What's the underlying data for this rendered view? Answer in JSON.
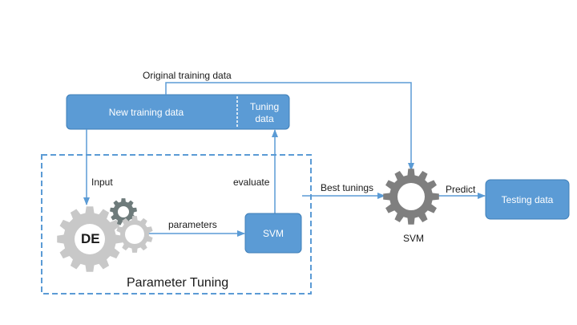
{
  "labels": {
    "original_training_data": "Original training data",
    "new_training_data": "New training data",
    "tuning_data_line1": "Tuning",
    "tuning_data_line2": "data",
    "input": "Input",
    "evaluate": "evaluate",
    "parameters": "parameters",
    "de": "DE",
    "svm_box": "SVM",
    "best_tunings": "Best tunings",
    "svm_gear": "SVM",
    "predict": "Predict",
    "testing_data": "Testing data",
    "parameter_tuning": "Parameter Tuning"
  },
  "colors": {
    "box_fill": "#5b9bd5",
    "arrow": "#5b9bd5",
    "dashed_border": "#5b9bd5",
    "gear_light": "#c8c8c8",
    "gear_dark": "#6e7b7b",
    "gear_svm": "#7f7f7f"
  }
}
